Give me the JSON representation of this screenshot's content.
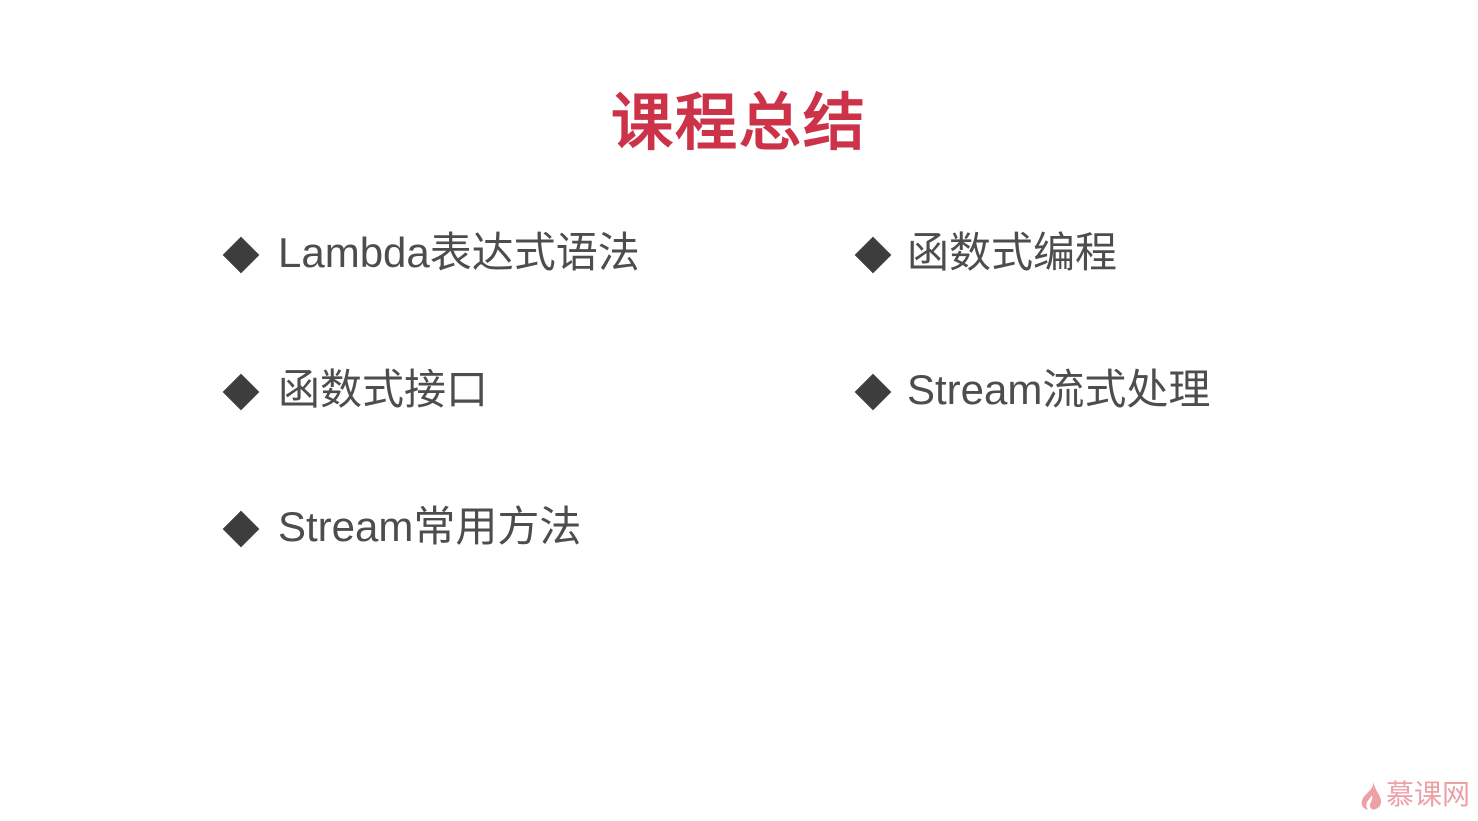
{
  "slide": {
    "title": "课程总结",
    "title_color": "#cc3348",
    "background_color": "#ffffff",
    "text_color": "#4d4d4d",
    "bullet_marker_color": "#3d3d3d",
    "bullet_marker_icon": "diamond-bullet-icon",
    "columns": {
      "left": [
        "Lambda表达式语法",
        "函数式接口",
        "Stream常用方法"
      ],
      "right": [
        "函数式编程",
        "Stream流式处理"
      ]
    },
    "rows": [
      {
        "left": "Lambda表达式语法",
        "right": "函数式编程"
      },
      {
        "left": "函数式接口",
        "right": "Stream流式处理"
      },
      {
        "left": "Stream常用方法",
        "right": ""
      }
    ]
  },
  "footer": {
    "logo_text": "慕课网",
    "logo_icon": "flame-icon",
    "logo_color": "#eda0a6"
  }
}
